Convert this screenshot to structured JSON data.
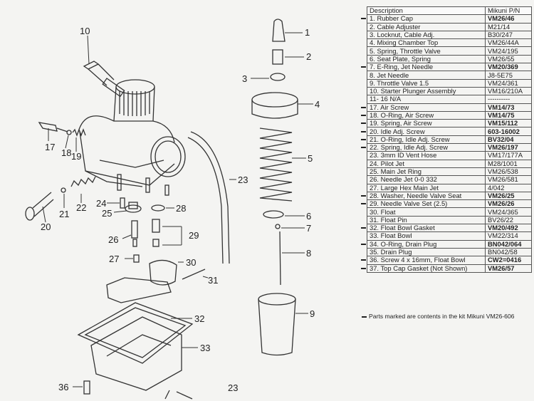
{
  "table": {
    "header": {
      "description": "Description",
      "part_number": "Mikuni P/N"
    },
    "rows": [
      {
        "num": "1.",
        "desc": "Rubber Cap",
        "pn": "VM26/46",
        "kit": true
      },
      {
        "num": "2.",
        "desc": "Cable Adjuster",
        "pn": "M21/14",
        "kit": false
      },
      {
        "num": "3.",
        "desc": "Locknut, Cable Adj.",
        "pn": "B30/247",
        "kit": false
      },
      {
        "num": "4.",
        "desc": "Mixing Chamber Top",
        "pn": "VM26/44A",
        "kit": false
      },
      {
        "num": "5.",
        "desc": "Spring, Throttle Valve",
        "pn": "VM24/195",
        "kit": false
      },
      {
        "num": "6.",
        "desc": "Seat Plate, Spring",
        "pn": "VM26/55",
        "kit": false
      },
      {
        "num": "7.",
        "desc": "E-Ring, Jet Needle",
        "pn": "VM20/369",
        "kit": true
      },
      {
        "num": "8.",
        "desc": "Jet Needle",
        "pn": "J8-5E75",
        "kit": false
      },
      {
        "num": "9.",
        "desc": "Throttle Valve 1.5",
        "pn": "VM24/361",
        "kit": false
      },
      {
        "num": "10.",
        "desc": "Starter Plunger Assembly",
        "pn": "VM16/210A",
        "kit": false
      },
      {
        "num": "11- 16",
        "desc": "N/A",
        "pn": "----------",
        "kit": false
      },
      {
        "num": "17.",
        "desc": "Air Screw",
        "pn": "VM14/73",
        "kit": true
      },
      {
        "num": "18.",
        "desc": "O-Ring, Air Screw",
        "pn": "VM14/75",
        "kit": true
      },
      {
        "num": "19.",
        "desc": "Spring, Air Screw",
        "pn": "VM15/112",
        "kit": true
      },
      {
        "num": "20.",
        "desc": "Idle Adj. Screw",
        "pn": "603-16002",
        "kit": true
      },
      {
        "num": "21.",
        "desc": "O-Ring, Idle Adj. Screw",
        "pn": "BV32/04",
        "kit": true
      },
      {
        "num": "22.",
        "desc": "Spring, Idle Adj. Screw",
        "pn": "VM26/197",
        "kit": true
      },
      {
        "num": "23.",
        "desc": "3mm ID Vent Hose",
        "pn": "VM17/177A",
        "kit": false
      },
      {
        "num": "24.",
        "desc": "Pilot Jet",
        "pn": "M28/1001",
        "kit": false
      },
      {
        "num": "25.",
        "desc": "Main Jet Ring",
        "pn": "VM26/538",
        "kit": false
      },
      {
        "num": "26.",
        "desc": "Needle Jet 0-0 332",
        "pn": "VM26/581",
        "kit": false
      },
      {
        "num": "27.",
        "desc": "Large Hex Main Jet",
        "pn": "4/042",
        "kit": false
      },
      {
        "num": "28.",
        "desc": "Washer, Needle Valve Seat",
        "pn": "VM26/25",
        "kit": true
      },
      {
        "num": "29.",
        "desc": "Needle Valve Set (2.5)",
        "pn": "VM26/26",
        "kit": true
      },
      {
        "num": "30.",
        "desc": "Float",
        "pn": "VM24/365",
        "kit": false
      },
      {
        "num": "31.",
        "desc": "Float Pin",
        "pn": "BV26/22",
        "kit": false
      },
      {
        "num": "32.",
        "desc": "Float Bowl Gasket",
        "pn": "VM20/492",
        "kit": true
      },
      {
        "num": "33.",
        "desc": "Float Bowl",
        "pn": "VM22/314",
        "kit": false
      },
      {
        "num": "34.",
        "desc": "O-Ring, Drain Plug",
        "pn": "BN042/064",
        "kit": true
      },
      {
        "num": "35.",
        "desc": "Drain Plug",
        "pn": "BN042/58",
        "kit": false
      },
      {
        "num": "36.",
        "desc": "Screw 4 x 16mm, Float Bowl",
        "pn": "CW2=0416",
        "kit": true
      },
      {
        "num": "37.",
        "desc": "Top Cap Gasket (Not Shown)",
        "pn": "VM26/57",
        "kit": true
      }
    ]
  },
  "footnote": "Parts marked are contents in the kit Mikuni VM26-606",
  "callouts": [
    "1",
    "2",
    "3",
    "4",
    "5",
    "6",
    "7",
    "8",
    "9",
    "10",
    "17",
    "18",
    "19",
    "20",
    "21",
    "22",
    "23",
    "24",
    "25",
    "26",
    "27",
    "28",
    "29",
    "30",
    "31",
    "32",
    "33",
    "36",
    "23"
  ],
  "colors": {
    "ink": "#222222",
    "paper": "#f4f4f2"
  }
}
